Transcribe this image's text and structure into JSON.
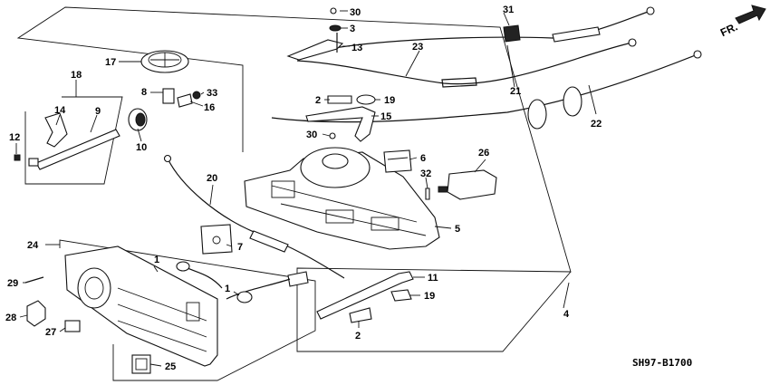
{
  "diagram": {
    "code": "SH97-B1700",
    "direction_label": "FR.",
    "callouts": [
      {
        "id": "c1a",
        "text": "1"
      },
      {
        "id": "c1b",
        "text": "1"
      },
      {
        "id": "c2a",
        "text": "2"
      },
      {
        "id": "c2b",
        "text": "2"
      },
      {
        "id": "c3",
        "text": "3"
      },
      {
        "id": "c4",
        "text": "4"
      },
      {
        "id": "c5",
        "text": "5"
      },
      {
        "id": "c6",
        "text": "6"
      },
      {
        "id": "c7",
        "text": "7"
      },
      {
        "id": "c8",
        "text": "8"
      },
      {
        "id": "c9",
        "text": "9"
      },
      {
        "id": "c10",
        "text": "10"
      },
      {
        "id": "c11",
        "text": "11"
      },
      {
        "id": "c12",
        "text": "12"
      },
      {
        "id": "c13",
        "text": "13"
      },
      {
        "id": "c14",
        "text": "14"
      },
      {
        "id": "c15",
        "text": "15"
      },
      {
        "id": "c16",
        "text": "16"
      },
      {
        "id": "c17",
        "text": "17"
      },
      {
        "id": "c18",
        "text": "18"
      },
      {
        "id": "c19a",
        "text": "19"
      },
      {
        "id": "c19b",
        "text": "19"
      },
      {
        "id": "c20",
        "text": "20"
      },
      {
        "id": "c21",
        "text": "21"
      },
      {
        "id": "c22",
        "text": "22"
      },
      {
        "id": "c23",
        "text": "23"
      },
      {
        "id": "c24",
        "text": "24"
      },
      {
        "id": "c25",
        "text": "25"
      },
      {
        "id": "c26",
        "text": "26"
      },
      {
        "id": "c27",
        "text": "27"
      },
      {
        "id": "c28",
        "text": "28"
      },
      {
        "id": "c29",
        "text": "29"
      },
      {
        "id": "c30a",
        "text": "30"
      },
      {
        "id": "c30b",
        "text": "30"
      },
      {
        "id": "c31",
        "text": "31"
      },
      {
        "id": "c32",
        "text": "32"
      },
      {
        "id": "c33",
        "text": "33"
      }
    ]
  }
}
